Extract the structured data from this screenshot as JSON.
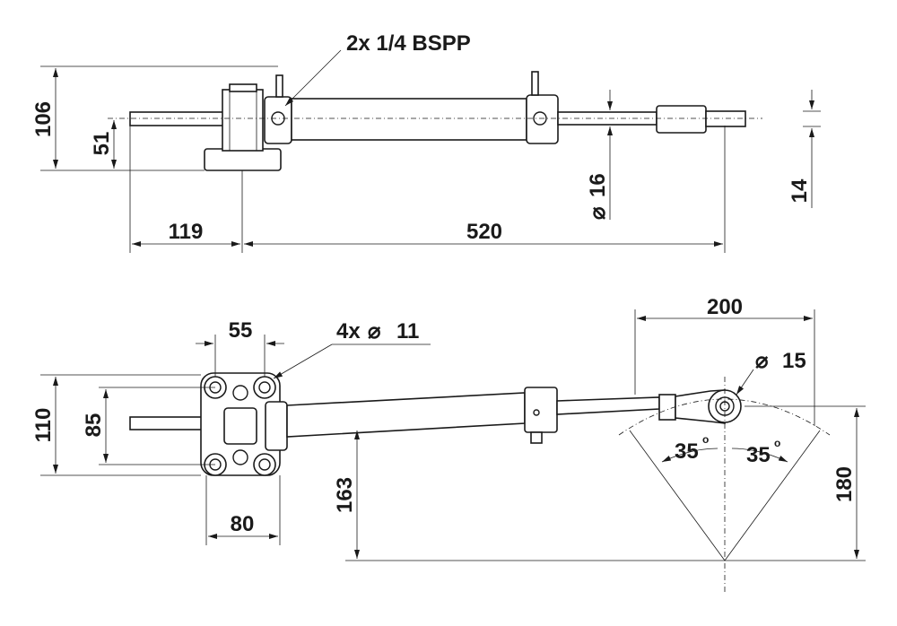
{
  "top_view": {
    "port_label": "2x 1/4 BSPP",
    "height_overall": "106",
    "height_axis": "51",
    "length_mount": "119",
    "length_stroke": "520",
    "rod_diameter": "16",
    "rod_end_height": "14"
  },
  "bottom_view": {
    "hole_spacing": "55",
    "holes_label": "4x",
    "holes_diameter": "11",
    "plate_height": "110",
    "hole_vertical_spacing": "85",
    "plate_width": "80",
    "tiller_offset": "163",
    "tiller_length": "180",
    "tiller_radius_width": "200",
    "eye_diameter": "15",
    "angle_left": "35",
    "angle_right": "35",
    "degree_symbol": "o"
  },
  "symbols": {
    "diameter": "⌀"
  }
}
